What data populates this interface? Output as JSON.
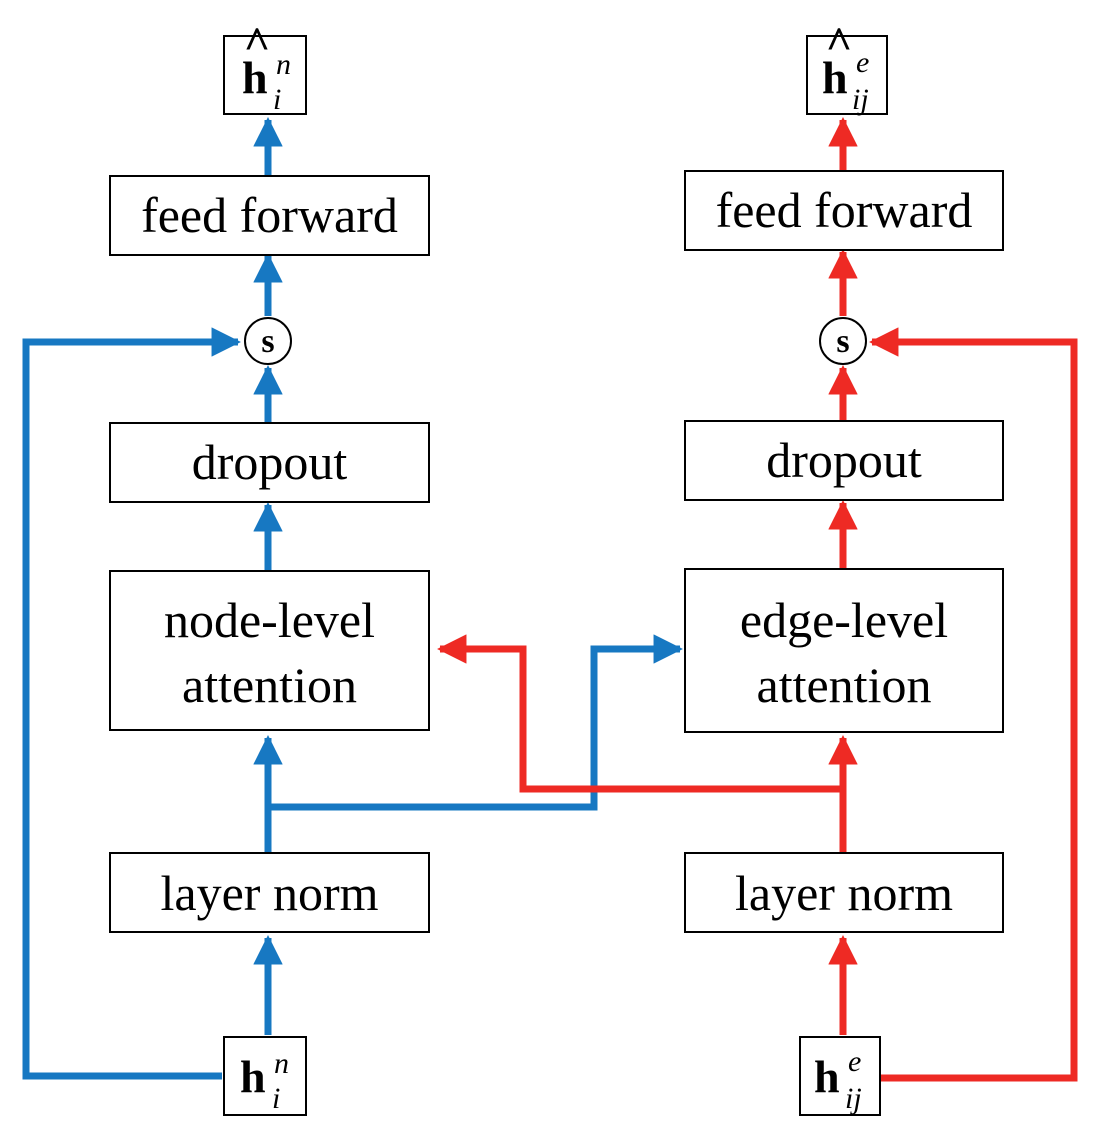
{
  "colors": {
    "node_path": "#1778c2",
    "edge_path": "#ee2a24"
  },
  "node_branch": {
    "output": {
      "base": "h",
      "hat": "^",
      "sup": "n",
      "sub": "i"
    },
    "input": {
      "base": "h",
      "sup": "n",
      "sub": "i"
    },
    "feed_forward": "feed forward",
    "sum": "s",
    "dropout": "dropout",
    "attention_line1": "node-level",
    "attention_line2": "attention",
    "layer_norm": "layer norm"
  },
  "edge_branch": {
    "output": {
      "base": "h",
      "hat": "^",
      "sup": "e",
      "sub": "ij"
    },
    "input": {
      "base": "h",
      "sup": "e",
      "sub": "ij"
    },
    "feed_forward": "feed forward",
    "sum": "s",
    "dropout": "dropout",
    "attention_line1": "edge-level",
    "attention_line2": "attention",
    "layer_norm": "layer norm"
  }
}
